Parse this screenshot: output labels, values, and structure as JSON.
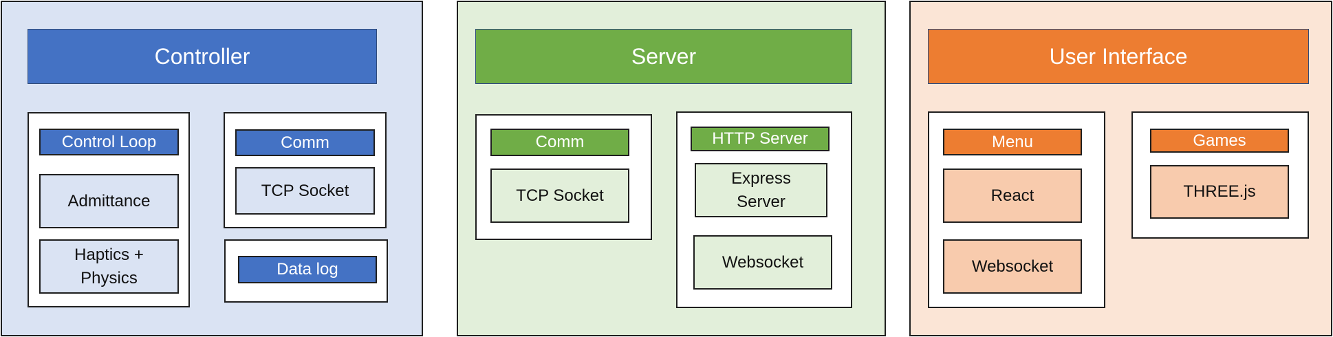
{
  "colors": {
    "controller_bg": "#dae3f3",
    "controller_accent": "#4472c4",
    "server_bg": "#e2efda",
    "server_accent": "#70ad47",
    "ui_bg": "#fbe5d6",
    "ui_accent": "#ed7d31",
    "ui_box": "#f8cbad"
  },
  "controller": {
    "title": "Controller",
    "control_loop": {
      "header": "Control Loop",
      "items": [
        "Admittance",
        "Haptics + Physics"
      ]
    },
    "comm": {
      "header": "Comm",
      "items": [
        "TCP Socket"
      ]
    },
    "data_log": {
      "header": "Data log"
    }
  },
  "server": {
    "title": "Server",
    "comm": {
      "header": "Comm",
      "items": [
        "TCP Socket"
      ]
    },
    "http": {
      "header": "HTTP Server",
      "items": [
        "Express Server",
        "Websocket"
      ]
    }
  },
  "ui": {
    "title": "User Interface",
    "menu": {
      "header": "Menu",
      "items": [
        "React",
        "Websocket"
      ]
    },
    "games": {
      "header": "Games",
      "items": [
        "THREE.js"
      ]
    }
  }
}
